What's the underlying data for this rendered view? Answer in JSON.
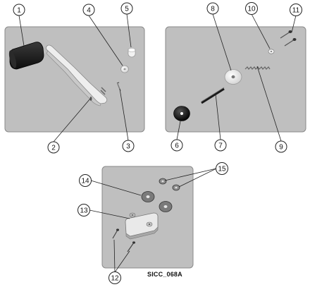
{
  "figure_code": "SICC_068A",
  "callouts": [
    {
      "label": "1"
    },
    {
      "label": "2"
    },
    {
      "label": "3"
    },
    {
      "label": "4"
    },
    {
      "label": "5"
    },
    {
      "label": "6"
    },
    {
      "label": "7"
    },
    {
      "label": "8"
    },
    {
      "label": "9"
    },
    {
      "label": "10"
    },
    {
      "label": "11"
    },
    {
      "label": "12"
    },
    {
      "label": "13"
    },
    {
      "label": "14"
    },
    {
      "label": "15"
    }
  ],
  "colors": {
    "panel_fill": "#bfbfbf",
    "panel_stroke": "#8a8a8a",
    "callout_stroke": "#222222",
    "part_light": "#eeeeee",
    "part_dark": "#111111"
  }
}
